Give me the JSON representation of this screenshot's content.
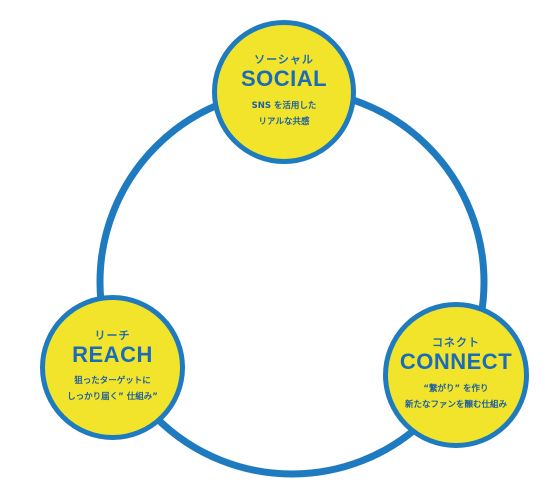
{
  "colors": {
    "ring": "#1f7bbf",
    "node_fill": "#f1e42b",
    "text": "#1b6cb8",
    "background": "#ffffff"
  },
  "nodes": {
    "social": {
      "kana": "ソーシャル",
      "title": "SOCIAL",
      "lines": [
        "SNS を活用した",
        "リアルな共感"
      ]
    },
    "reach": {
      "kana": "リーチ",
      "title": "REACH",
      "lines": [
        "狙ったターゲットに",
        "しっかり届く” 仕組み”"
      ]
    },
    "connect": {
      "kana": "コネクト",
      "title": "CONNECT",
      "lines": [
        "“繋がり” を作り",
        "新たなファンを醸む仕組み"
      ]
    }
  }
}
